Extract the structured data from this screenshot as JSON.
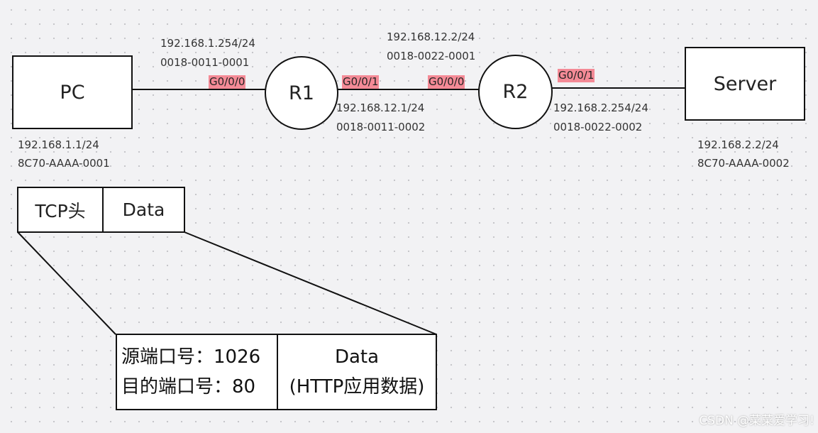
{
  "nodes": {
    "pc": "PC",
    "r1": "R1",
    "r2": "R2",
    "server": "Server"
  },
  "pc": {
    "ip": "192.168.1.1/24",
    "mac": "8C70-AAAA-0001"
  },
  "r1": {
    "g000": {
      "iface": "G0/0/0",
      "ip": "192.168.1.254/24",
      "mac": "0018-0011-0001"
    },
    "g001": {
      "iface": "G0/0/1",
      "ip": "192.168.12.1/24",
      "mac": "0018-0011-0002"
    }
  },
  "r2": {
    "g000": {
      "iface": "G0/0/0",
      "ip": "192.168.12.2/24",
      "mac": "0018-0022-0001"
    },
    "g001": {
      "iface": "G0/0/1",
      "ip": "192.168.2.254/24",
      "mac": "0018-0022-0002"
    }
  },
  "server": {
    "ip": "192.168.2.2/24",
    "mac": "8C70-AAAA-0002"
  },
  "segment": {
    "tcp_header": "TCP头",
    "data": "Data"
  },
  "detail": {
    "src_port": "源端口号：1026",
    "dst_port": "目的端口号：80",
    "data_title": "Data",
    "data_desc": "(HTTP应用数据)"
  },
  "colors": {
    "interface_highlight": "#f48a96",
    "background": "#f2f2f4"
  },
  "watermark": "CSDN @菜菜爱学习!"
}
